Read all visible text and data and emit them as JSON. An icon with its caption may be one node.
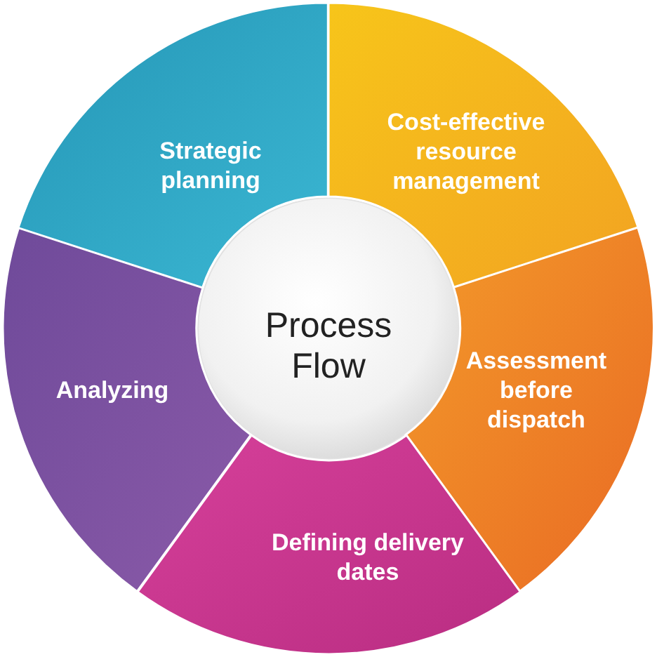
{
  "diagram": {
    "nodes": [
      {
        "text": [
          "Process Flow"
        ]
      },
      {
        "text": [
          "Cost-effective resource management"
        ]
      },
      {
        "text": [
          "Assessment before dispatch"
        ]
      },
      {
        "text": [
          "Defining delivery dates"
        ]
      },
      {
        "text": [
          "Analyzing"
        ]
      },
      {
        "text": [
          "Strategic planning"
        ]
      }
    ]
  }
}
